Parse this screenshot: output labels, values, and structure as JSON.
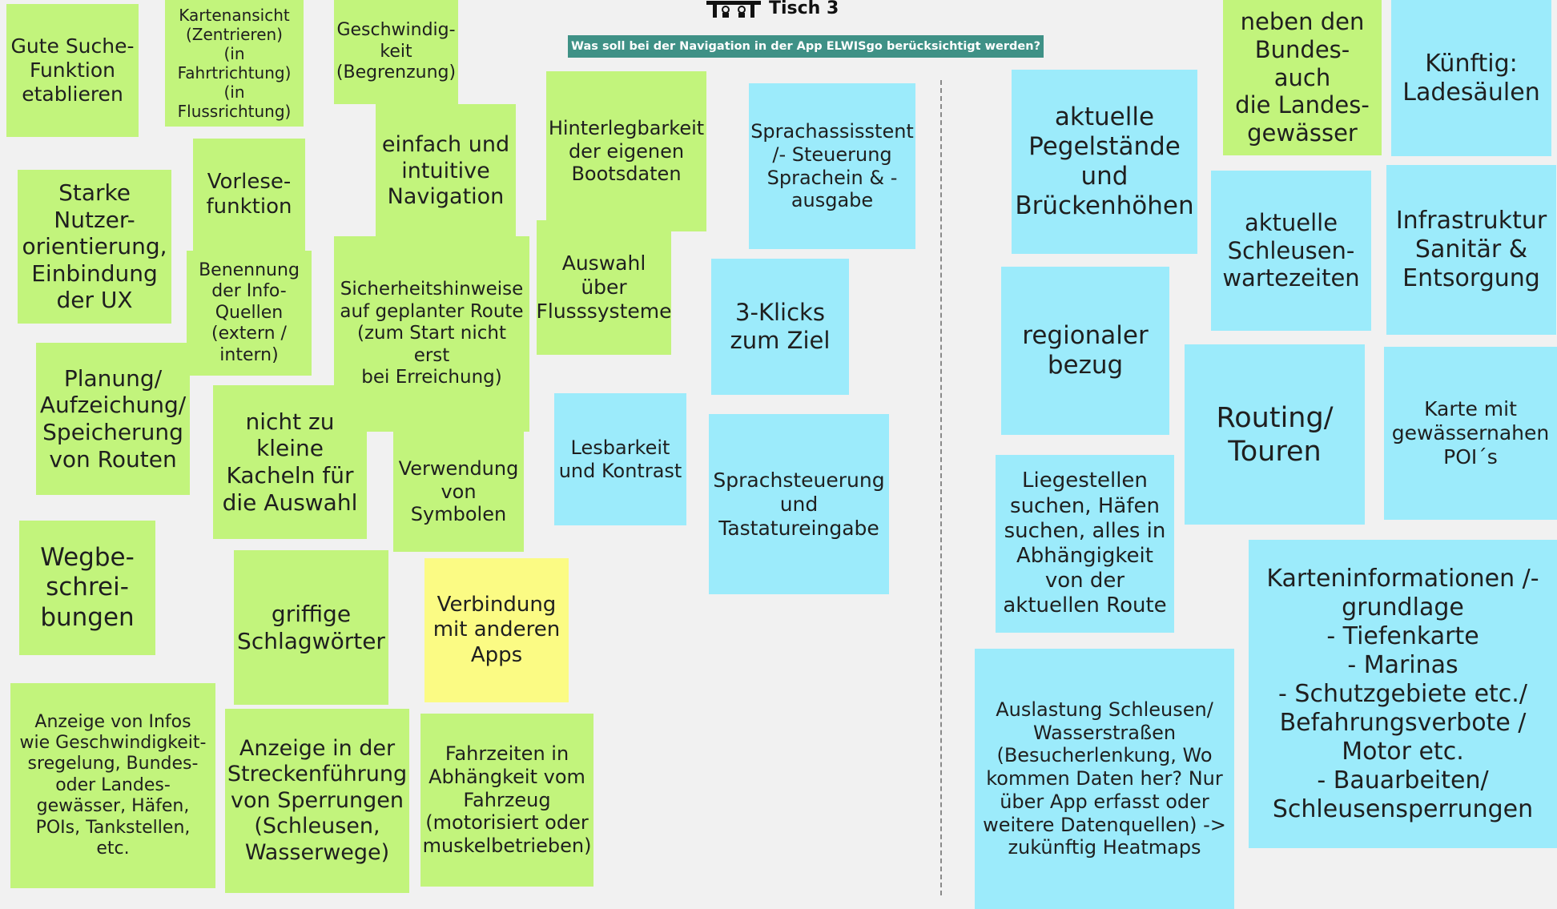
{
  "board": {
    "table_label": "Tisch 3",
    "question": "Was soll bei der Navigation in der App ELWISgo berücksichtigt werden?"
  },
  "notes": {
    "gute_suche": "Gute Suche-\nFunktion\netablieren",
    "kartenansicht": "Kartenansicht\n(Zentrieren)\n(in Fahrtrichtung)\n(in Flussrichtung)",
    "geschwindigkeit": "Geschwindig-\nkeit\n(Begrenzung)",
    "einfach": "einfach und\nintuitive\nNavigation",
    "hinterlegbarkeit": "Hinterlegbarkeit\nder eigenen\nBootsdaten",
    "sprachassistent": "Sprachassisstent\n/- Steuerung\nSprachein & -\nausgabe",
    "starke_nutzer": "Starke\nNutzer-\norientierung,\nEinbindung\nder UX",
    "vorlese": "Vorlese-\nfunktion",
    "benennung": "Benennung\nder Info-\nQuellen\n(extern /\nintern)",
    "sicherheit": "Sicherheitshinweise\nauf geplanter Route\n(zum Start nicht erst\nbei Erreichung)",
    "auswahl_fluss": "Auswahl über\nFlusssysteme",
    "drei_klicks": "3-Klicks\nzum Ziel",
    "planung": "Planung/\nAufzeichung/\nSpeicherung\nvon Routen",
    "kacheln": "nicht zu\nkleine\nKacheln für\ndie Auswahl",
    "symbole": "Verwendung\nvon\nSymbolen",
    "lesbarkeit": "Lesbarkeit\nund Kontrast",
    "sprachsteuerung": "Sprachsteuerung\nund\nTastatureingabe",
    "wegbeschreibungen": "Wegbe-\nschrei-\nbungen",
    "schlagwoerter": "griffige\nSchlagwörter",
    "verbindung": "Verbindung\nmit anderen\nApps",
    "anzeige_infos": "Anzeige von Infos\nwie Geschwindigkeit-\nsregelung,  Bundes-\noder Landes-\ngewässer, Häfen,\nPOIs, Tankstellen,\netc.",
    "sperrungen": "Anzeige in der\nStreckenführung\nvon Sperrungen\n(Schleusen,\nWasserwege)",
    "fahrzeiten": "Fahrzeiten in\nAbhängkeit vom\nFahrzeug\n(motorisiert oder\nmuskelbetrieben)",
    "pegelstaende": "aktuelle\nPegelstände\nund\nBrückenhöhen",
    "landesgewaesser": "neben den\nBundes- auch\ndie Landes-\ngewässer",
    "ladesaeulen": "Künftig:\nLadesäulen",
    "schleusenwartezeiten": "aktuelle\nSchleusen-\nwartezeiten",
    "infrastruktur": "Infrastruktur\nSanitär &\nEntsorgung",
    "regionaler_bezug": "regionaler\nbezug",
    "routing": "Routing/\nTouren",
    "karte_poi": "Karte mit\ngewässernahen\nPOI´s",
    "liegestellen": "Liegestellen\nsuchen, Häfen\nsuchen, alles in\nAbhängigkeit\nvon der\naktuellen Route",
    "karteninformationen": "Karteninformationen /-\ngrundlage\n- Tiefenkarte\n- Marinas\n- Schutzgebiete etc./\nBefahrungsverbote /\nMotor etc.\n- Bauarbeiten/\nSchleusensperrungen",
    "auslastung": "Auslastung Schleusen/\nWasserstraßen\n(Besucherlenkung, Wo\nkommen Daten her? Nur\nüber App erfasst oder\nweitere Datenquellen) ->\nzukünftig Heatmaps"
  },
  "colors": {
    "green_note": "#c2f47c",
    "blue_note": "#9cebfb",
    "yellow_note": "#fbfb84",
    "header_bar": "#3f9186"
  },
  "icons": [
    "table-icon"
  ]
}
